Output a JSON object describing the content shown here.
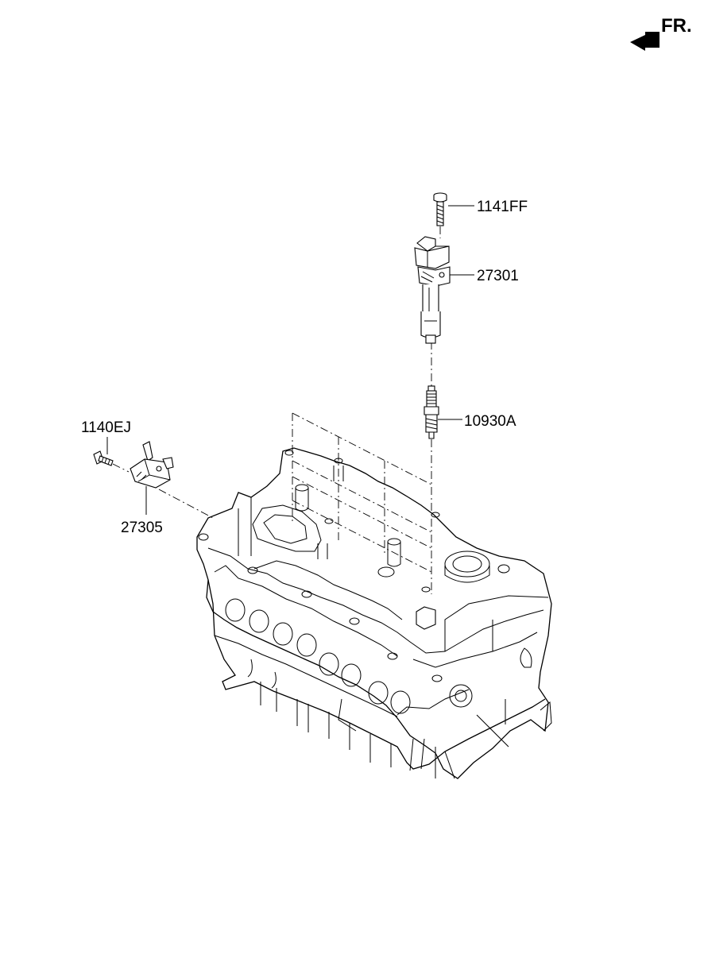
{
  "orientation": {
    "label": "FR.",
    "icon": "front-direction-arrow-icon"
  },
  "callouts": [
    {
      "id": "bolt",
      "number": "1141FF",
      "part_icon": "bolt-icon"
    },
    {
      "id": "ignition_coil",
      "number": "27301",
      "part_icon": "ignition-coil-icon"
    },
    {
      "id": "spark_plug",
      "number": "10930A",
      "part_icon": "spark-plug-icon"
    },
    {
      "id": "bracket_bolt",
      "number": "1140EJ",
      "part_icon": "bolt-icon"
    },
    {
      "id": "sensor_bracket",
      "number": "27305",
      "part_icon": "condenser-bracket-icon"
    }
  ],
  "colors": {
    "line": "#000000",
    "background": "#ffffff"
  }
}
